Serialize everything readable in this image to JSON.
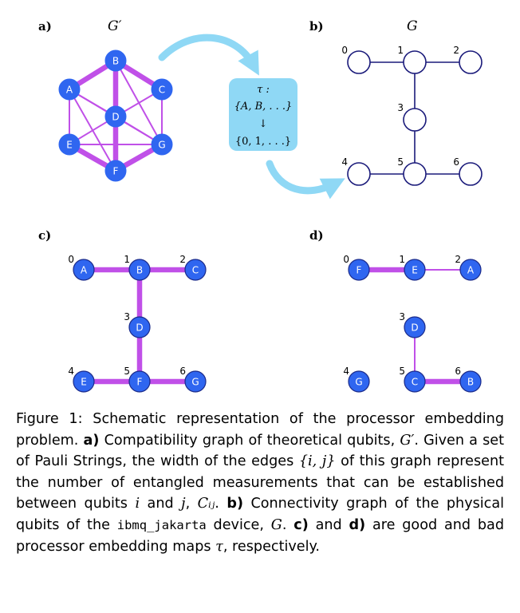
{
  "colors": {
    "node_fill": "#2f66f0",
    "node_stroke": "#1a2a8a",
    "edge_purple": "#c050e8",
    "physical_stroke": "#1a1a7a",
    "tau_box": "#8fd8f5",
    "arrow": "#8fd8f5"
  },
  "panels": {
    "a": {
      "label": "a)",
      "title": "G′"
    },
    "b": {
      "label": "b)",
      "title": "G"
    },
    "c": {
      "label": "c)"
    },
    "d": {
      "label": "d)"
    }
  },
  "theoretical_nodes": [
    "A",
    "B",
    "C",
    "D",
    "E",
    "F",
    "G"
  ],
  "theoretical_edges": [
    {
      "from": "A",
      "to": "B",
      "weight": 3
    },
    {
      "from": "B",
      "to": "C",
      "weight": 3
    },
    {
      "from": "B",
      "to": "D",
      "weight": 3
    },
    {
      "from": "D",
      "to": "F",
      "weight": 3
    },
    {
      "from": "E",
      "to": "F",
      "weight": 3
    },
    {
      "from": "F",
      "to": "G",
      "weight": 3
    },
    {
      "from": "A",
      "to": "E",
      "weight": 1
    },
    {
      "from": "C",
      "to": "G",
      "weight": 1
    },
    {
      "from": "A",
      "to": "D",
      "weight": 1
    },
    {
      "from": "A",
      "to": "F",
      "weight": 1
    },
    {
      "from": "A",
      "to": "G",
      "weight": 1
    },
    {
      "from": "B",
      "to": "G",
      "weight": 1
    },
    {
      "from": "D",
      "to": "C",
      "weight": 1
    },
    {
      "from": "D",
      "to": "G",
      "weight": 1
    },
    {
      "from": "D",
      "to": "E",
      "weight": 1
    },
    {
      "from": "E",
      "to": "G",
      "weight": 1
    }
  ],
  "physical_qubits": [
    "0",
    "1",
    "2",
    "3",
    "4",
    "5",
    "6"
  ],
  "physical_edges": [
    [
      0,
      1
    ],
    [
      1,
      2
    ],
    [
      1,
      3
    ],
    [
      3,
      5
    ],
    [
      4,
      5
    ],
    [
      5,
      6
    ]
  ],
  "tau_box": {
    "line1": "τ :",
    "line2": "{A, B, . . .}",
    "line3": "↓",
    "line4": "{0, 1, . . .}"
  },
  "embedding_good": {
    "map": {
      "0": "A",
      "1": "B",
      "2": "C",
      "3": "D",
      "4": "E",
      "5": "F",
      "6": "G"
    },
    "edges": [
      {
        "from": 0,
        "to": 1,
        "weight": 3
      },
      {
        "from": 1,
        "to": 2,
        "weight": 3
      },
      {
        "from": 1,
        "to": 3,
        "weight": 3
      },
      {
        "from": 3,
        "to": 5,
        "weight": 3
      },
      {
        "from": 4,
        "to": 5,
        "weight": 3
      },
      {
        "from": 5,
        "to": 6,
        "weight": 3
      }
    ]
  },
  "embedding_bad": {
    "map": {
      "0": "F",
      "1": "E",
      "2": "A",
      "3": "D",
      "4": "G",
      "5": "C",
      "6": "B"
    },
    "edges": [
      {
        "from": 0,
        "to": 1,
        "weight": 3
      },
      {
        "from": 1,
        "to": 2,
        "weight": 1
      },
      {
        "from": 3,
        "to": 5,
        "weight": 1
      },
      {
        "from": 5,
        "to": 6,
        "weight": 3
      }
    ]
  },
  "caption": {
    "fig": "Figure 1:",
    "t1": " Schematic representation of the processor embedding problem. ",
    "a_label": "a)",
    "t2": " Compatibility graph of theoretical qubits, ",
    "g_prime": "G′",
    "t3": ". Given a set of Pauli Strings, the width of the edges ",
    "ij_set": "{i, j}",
    "t4": " of this graph represent the number of entangled measurements that can be established between qubits ",
    "qi": "i",
    "t5": " and ",
    "qj": "j",
    "t6": ", ",
    "cij": "Cᵢⱼ",
    "t7": ". ",
    "b_label": "b)",
    "t8": " Connectivity graph of the physical qubits of the ",
    "device": "ibmq_jakarta",
    "t9": " device, ",
    "g": "G",
    "t10": ". ",
    "c_label": "c)",
    "t11": " and ",
    "d_label": "d)",
    "t12": " are good and bad processor embedding maps ",
    "tau": "τ",
    "t13": ", respectively."
  }
}
